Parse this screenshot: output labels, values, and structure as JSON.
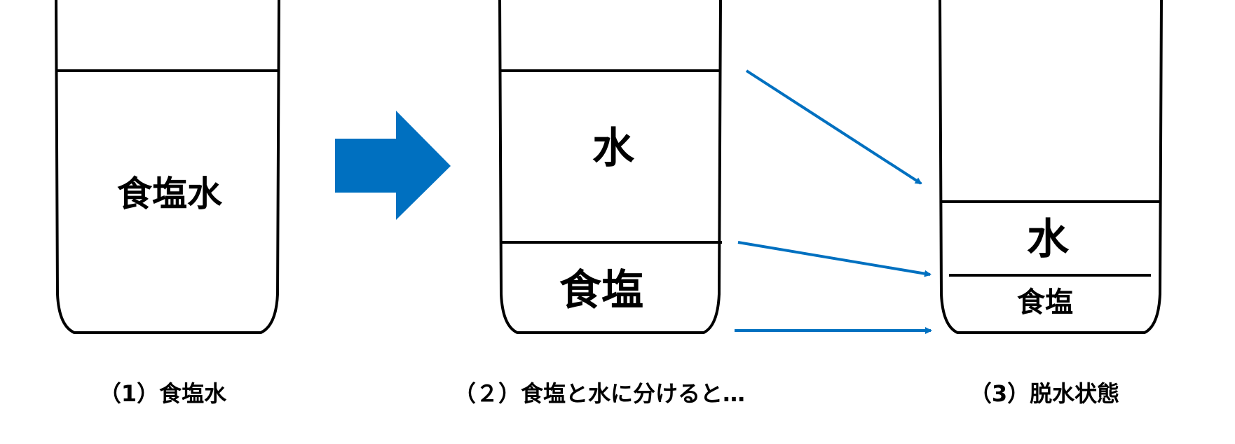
{
  "colors": {
    "stroke": "#000000",
    "accent": "#0070c0",
    "background": "#ffffff"
  },
  "panels": [
    {
      "caption": "（1）食塩水",
      "labels": {
        "solution": "食塩水"
      }
    },
    {
      "caption": "（２）食塩と水に分けると…",
      "labels": {
        "water": "水",
        "salt": "食塩"
      }
    },
    {
      "caption": "（3）脱水状態",
      "labels": {
        "water": "水",
        "salt": "食塩"
      }
    }
  ],
  "icons": {
    "big_arrow": "right-arrow-icon",
    "thin_arrows": "arrow-icon"
  }
}
